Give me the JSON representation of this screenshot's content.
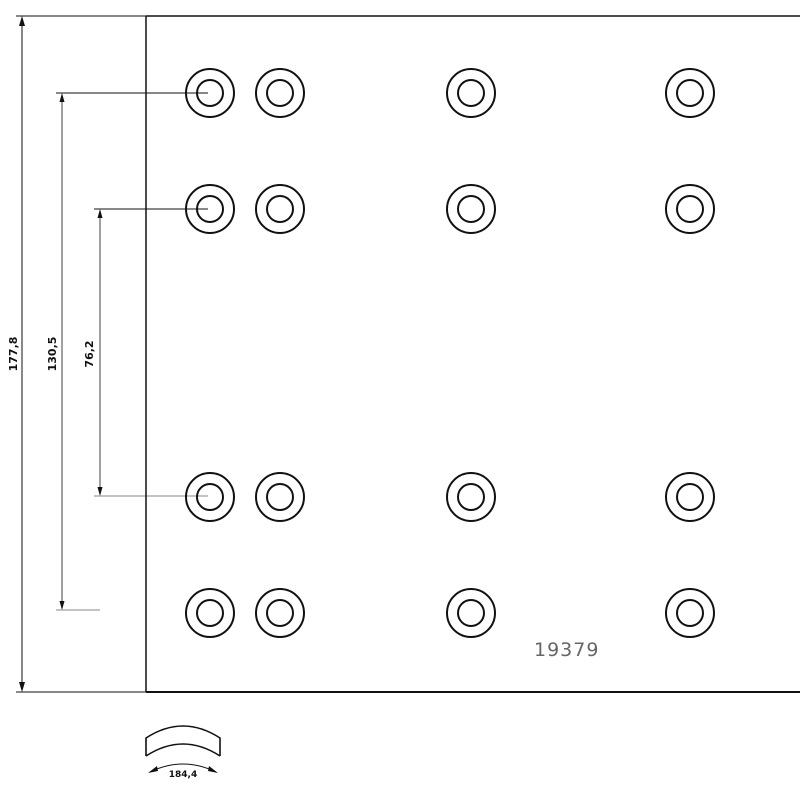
{
  "drawing": {
    "part_number": "19379",
    "dimensions": {
      "overall_height": "177,8",
      "outer_hole_span": "130,5",
      "inner_hole_span": "76,2",
      "arc_width": "184,4"
    },
    "hole_grid": {
      "columns": 4,
      "rows": 4
    },
    "colors": {
      "line": "#111111",
      "part_number": "#666666",
      "background": "#ffffff"
    }
  }
}
